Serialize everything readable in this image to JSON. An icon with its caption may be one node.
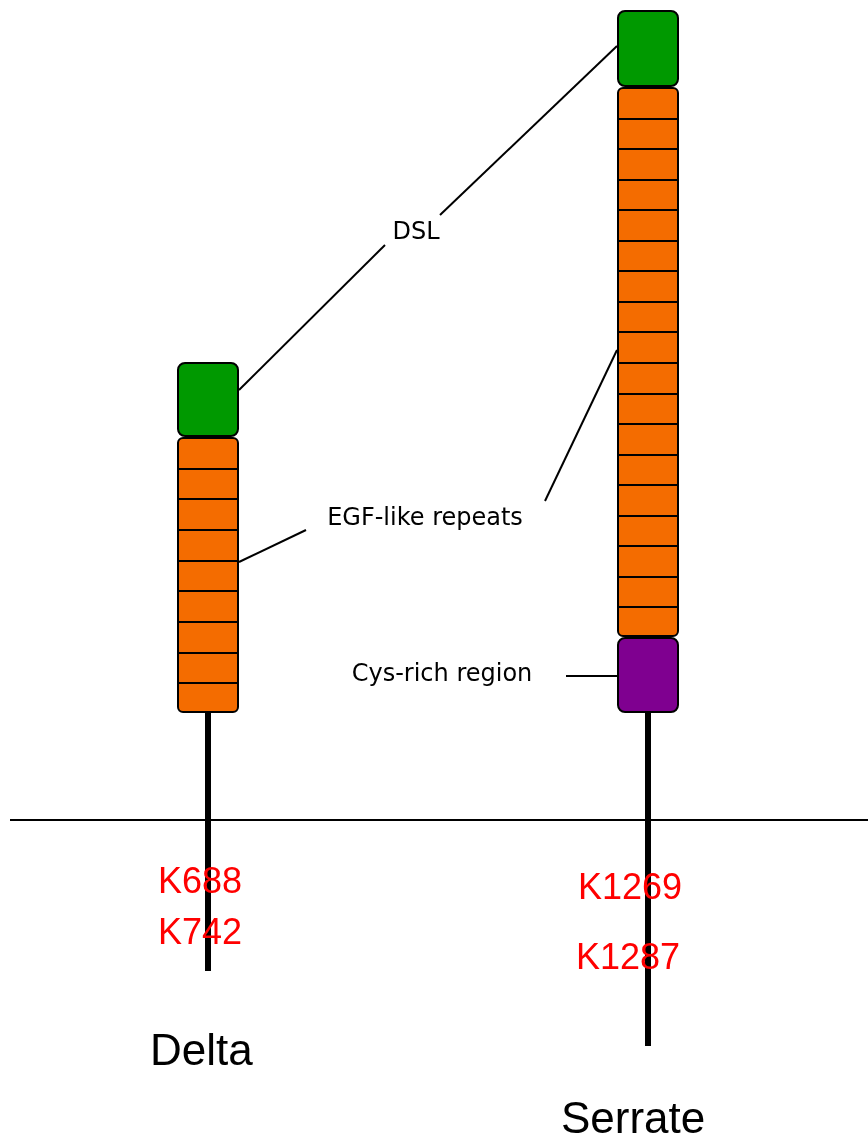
{
  "diagram": {
    "nodes": [
      {
        "text": [
          "DSL"
        ]
      },
      {
        "text": [
          "EGF-like repeats"
        ]
      },
      {
        "text": [
          "Cys-rich region"
        ]
      },
      {
        "text": [],
        "shape": "box"
      },
      {
        "text": [],
        "shape": "box"
      },
      {
        "text": [],
        "shape": "box"
      },
      {
        "text": [],
        "shape": "box"
      },
      {
        "text": [],
        "shape": "box"
      }
    ],
    "edges": [
      {
        "from": 0,
        "to": 3,
        "arrow": "none"
      },
      {
        "from": 0,
        "to": 5,
        "arrow": "none"
      },
      {
        "from": 1,
        "to": 4,
        "arrow": "none"
      },
      {
        "from": 1,
        "to": 6,
        "arrow": "none"
      },
      {
        "from": 2,
        "to": 7,
        "arrow": "none"
      }
    ],
    "labels": [
      "K688",
      "K742",
      "K1269",
      "K1287",
      "Delta",
      "Serrate"
    ]
  }
}
